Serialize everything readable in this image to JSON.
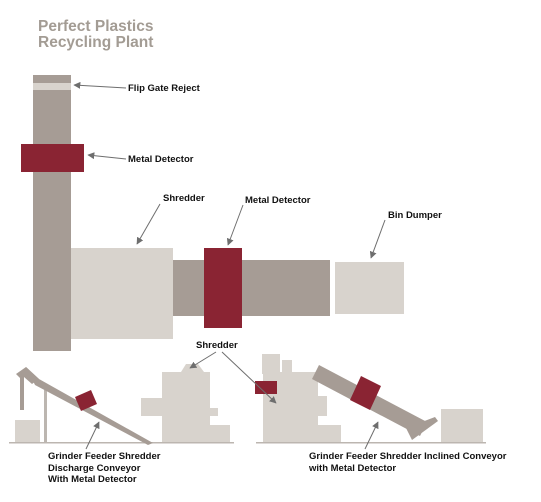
{
  "title": {
    "line1": "Perfect Plastics",
    "line2": "Recycling Plant"
  },
  "labels": {
    "flip_gate_reject": "Flip Gate Reject",
    "metal_detector_upper": "Metal Detector",
    "shredder_upper": "Shredder",
    "metal_detector_mid": "Metal Detector",
    "bin_dumper": "Bin Dumper",
    "shredder_lower": "Shredder",
    "grinder_left_1": "Grinder Feeder Shredder",
    "grinder_left_2": "Discharge Conveyor",
    "grinder_left_3": "With Metal Detector",
    "grinder_right_1": "Grinder Feeder Shredder Inclined Conveyor",
    "grinder_right_2": "with Metal Detector"
  },
  "colors": {
    "machine_dark": "#a69c95",
    "machine_light": "#d8d3cd",
    "detector": "#8a2433",
    "floor": "#bcb6b0",
    "arrow": "#6e6e6e",
    "title": "#a39c94"
  }
}
